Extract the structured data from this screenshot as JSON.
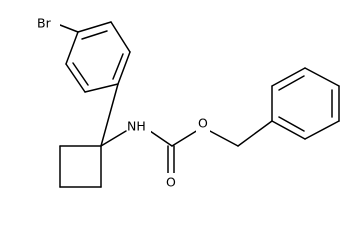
{
  "atom_labels": {
    "bromine": "Br",
    "amine": "NH",
    "carbonyl_oxygen": "O",
    "ester_oxygen": "O"
  }
}
